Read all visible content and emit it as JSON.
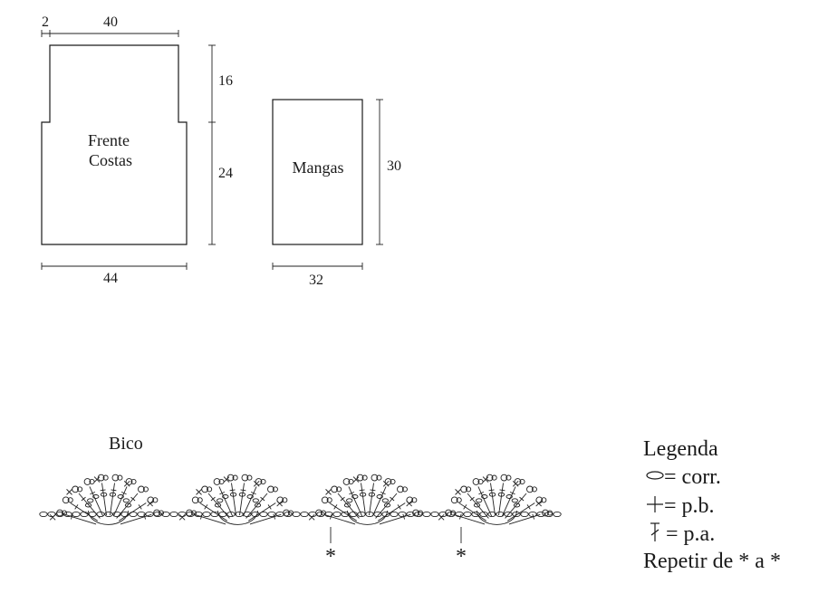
{
  "pattern": {
    "front_back": {
      "name_line1": "Frente",
      "name_line2": "Costas",
      "dim_top_small": "2",
      "dim_top": "40",
      "dim_bottom": "44",
      "dim_side_upper": "16",
      "dim_side_lower": "24"
    },
    "sleeves": {
      "name": "Mangas",
      "dim_height": "30",
      "dim_bottom": "32"
    }
  },
  "edging": {
    "title": "Bico",
    "scallops": 4,
    "repeat_marker": "*"
  },
  "legend": {
    "title": "Legenda",
    "chain": "= corr.",
    "single_crochet": "= p.b.",
    "double_crochet": "= p.a.",
    "repeat": "Repetir de * a *"
  }
}
